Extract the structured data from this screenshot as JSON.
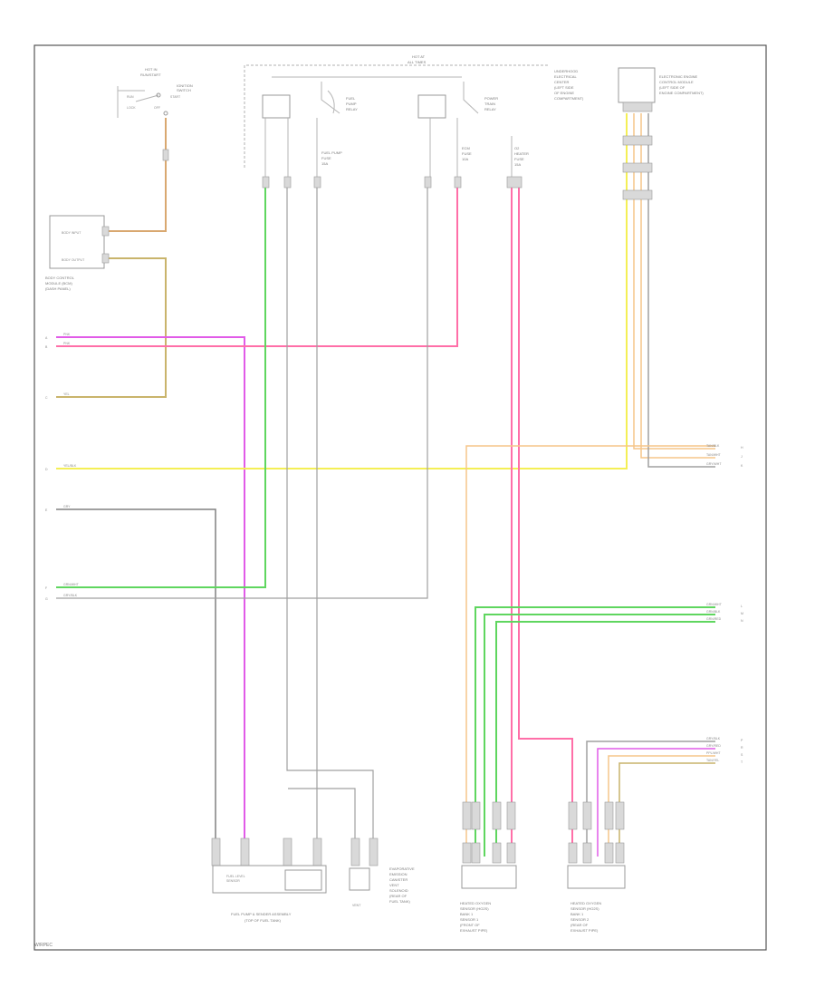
{
  "footer_code": "W/RPEC",
  "components": {
    "ignition_switch": {
      "lines": [
        "HOT IN",
        "RUN/START",
        "IGNITION",
        "SWITCH"
      ],
      "positions": [
        "RUN",
        "START",
        "LOCK",
        "OFF"
      ]
    },
    "bcm": {
      "lines": [
        "BODY CONTROL",
        "MODULE (BCM)",
        "(DASH PANEL)"
      ],
      "pins": [
        "BODY INPUT",
        "BODY OUTPUT"
      ]
    },
    "fuse_block": {
      "lines": [
        "HOT AT",
        "ALL TIMES"
      ]
    },
    "fuel_pump_relay": {
      "lines": [
        "FUEL",
        "PUMP",
        "RELAY"
      ]
    },
    "powertrain_relay": {
      "lines": [
        "POWER",
        "TRAIN",
        "RELAY"
      ]
    },
    "fuse_fuel_pump": {
      "lines": [
        "FUEL PUMP",
        "FUSE",
        "15A"
      ]
    },
    "fuse_ecm": {
      "lines": [
        "ECM",
        "FUSE",
        "10A"
      ]
    },
    "fuse_o2": {
      "lines": [
        "O2",
        "HEATER",
        "FUSE",
        "15A"
      ]
    },
    "underhood_fuse_block": {
      "lines": [
        "UNDERHOOD",
        "ELECTRICAL",
        "CENTER",
        "(LEFT SIDE",
        "OF ENGINE",
        "COMPARTMENT)"
      ]
    },
    "ecm_connector": {
      "lines": [
        "ELECTRONIC ENGINE",
        "CONTROL MODULE",
        "(LEFT SIDE OF",
        "ENGINE COMPARTMENT)"
      ]
    },
    "fuel_pump_assembly": {
      "lines": [
        "FUEL PUMP & SENDER ASSEMBLY",
        "(TOP OF FUEL TANK)"
      ]
    },
    "fuel_level_sensor": {
      "lines": [
        "FUEL LEVEL",
        "SENSOR"
      ]
    },
    "evap_solenoid": {
      "lines": [
        "EVAPORATIVE",
        "EMISSION",
        "CANISTER",
        "VENT",
        "SOLENOID",
        "(REAR OF",
        "FUEL TANK)"
      ],
      "pin_label": "VENT"
    },
    "o2_sensor_1": {
      "lines": [
        "HEATED OXYGEN",
        "SENSOR (HO2S)",
        "BANK 1",
        "SENSOR 1",
        "(FRONT OF",
        "EXHAUST PIPE)"
      ]
    },
    "o2_sensor_2": {
      "lines": [
        "HEATED OXYGEN",
        "SENSOR (HO2S)",
        "BANK 1",
        "SENSOR 2",
        "(REAR OF",
        "EXHAUST PIPE)"
      ]
    }
  },
  "left_terminals": [
    {
      "pin": "A",
      "wire": "PNK"
    },
    {
      "pin": "B",
      "wire": "PNK"
    },
    {
      "pin": "C",
      "wire": "YEL"
    },
    {
      "pin": "D",
      "wire": "YEL/BLK"
    },
    {
      "pin": "E",
      "wire": "GRY"
    },
    {
      "pin": "F",
      "wire": "GRN/WHT"
    },
    {
      "pin": "G",
      "wire": "GRY/BLK"
    }
  ],
  "right_terminals": [
    {
      "pin": "H",
      "wire": "TAN/BLK"
    },
    {
      "pin": "J",
      "wire": "TAN/WHT"
    },
    {
      "pin": "K",
      "wire": "GRY/WHT"
    },
    {
      "pin": "L",
      "wire": "GRN/WHT"
    },
    {
      "pin": "M",
      "wire": "GRN/BLK"
    },
    {
      "pin": "N",
      "wire": "GRN/RED"
    },
    {
      "pin": "P",
      "wire": "GRY/BLK"
    },
    {
      "pin": "R",
      "wire": "GRY/RED"
    },
    {
      "pin": "S",
      "wire": "PPL/WHT"
    },
    {
      "pin": "T",
      "wire": "TAN/YEL"
    }
  ],
  "colors": {
    "pink": "#ff6fa8",
    "magenta": "#e15be8",
    "tan": "#c9b46b",
    "yellow": "#f4ef55",
    "gray": "#808080",
    "green": "#5fd65f",
    "light_orange": "#f5c58a",
    "dark_gray": "#a0a0a0"
  }
}
